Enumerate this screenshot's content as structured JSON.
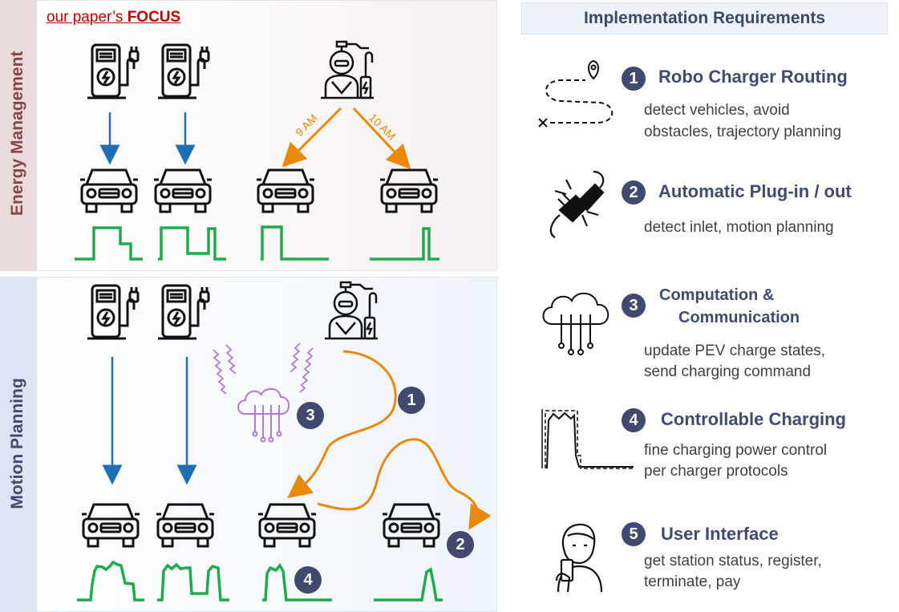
{
  "left": {
    "energy_section": {
      "label": "Energy Management",
      "focus_prefix": "our paper’s ",
      "focus_bold": "FOCUS"
    },
    "motion_section": {
      "label": "Motion Planning"
    },
    "time_labels": [
      "9 AM",
      "10 AM"
    ],
    "badges": [
      "1",
      "2",
      "3",
      "4"
    ]
  },
  "requirements": {
    "header": "Implementation Requirements",
    "items": [
      {
        "num": "1",
        "title": "Robo Charger Routing",
        "desc": [
          "detect vehicles, avoid",
          "obstacles, trajectory planning"
        ],
        "icon": "route-path-icon"
      },
      {
        "num": "2",
        "title": "Automatic Plug-in / out",
        "desc": [
          "detect inlet, motion planning"
        ],
        "icon": "plug-icon"
      },
      {
        "num": "3",
        "title_lines": [
          "Computation &",
          "Communication"
        ],
        "desc": [
          "update PEV charge states,",
          "send charging command"
        ],
        "icon": "cloud-computing-icon"
      },
      {
        "num": "4",
        "title": "Controllable Charging",
        "desc": [
          "fine charging power control",
          "per charger protocols"
        ],
        "icon": "power-profile-icon"
      },
      {
        "num": "5",
        "title": "User Interface",
        "desc": [
          "get station status, register,",
          "terminate, pay"
        ],
        "icon": "phone-user-icon"
      }
    ]
  },
  "colors": {
    "blue_arrow": "#1f6fb5",
    "orange": "#e8890c",
    "green": "#1fab4a",
    "purple": "#b07ad8",
    "badge": "#3f4a6e",
    "title": "#414b72",
    "focus": "#c00000"
  }
}
